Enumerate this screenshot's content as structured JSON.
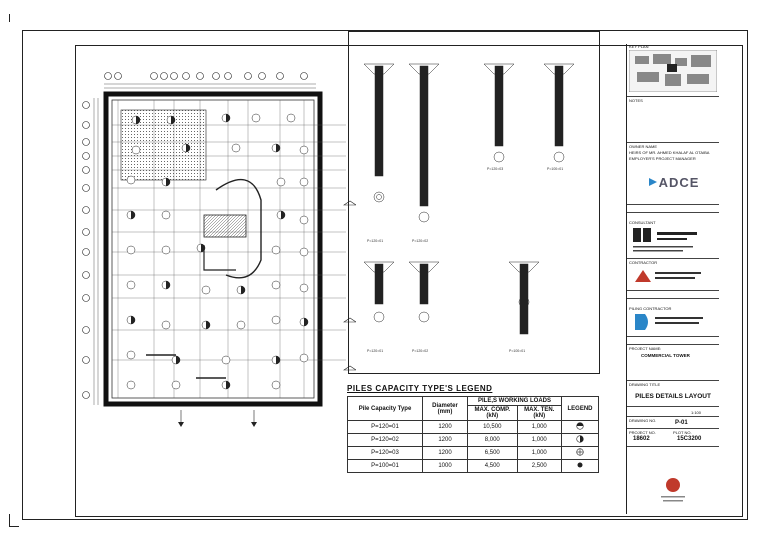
{
  "legend": {
    "title": "PILES CAPACITY TYPE'S LEGEND",
    "headers": {
      "type": "Pile Capacity Type",
      "diameter": "Diameter (mm)",
      "loads": "PILE,S WORKING LOADS",
      "comp": "MAX. COMP. (kN)",
      "ten": "MAX. TEN. (kN)",
      "legend": "LEGEND"
    },
    "rows": [
      {
        "type": "P=120=01",
        "dia": "1200",
        "comp": "10,500",
        "ten": "1,000"
      },
      {
        "type": "P=120=02",
        "dia": "1200",
        "comp": "8,000",
        "ten": "1,000"
      },
      {
        "type": "P=120=03",
        "dia": "1200",
        "comp": "6,500",
        "ten": "1,000"
      },
      {
        "type": "P=100=01",
        "dia": "1000",
        "comp": "4,500",
        "ten": "2,500"
      }
    ]
  },
  "title_block": {
    "key_plan": "KEY PLAN",
    "notes": "NOTES",
    "owner_label": "OWNER NAME",
    "owner_value": "HEIRS OF MR. AHMED KHALAF AL OTAIBA",
    "employer_label": "EMPLOYER'S PROJECT MANAGER",
    "adce_logo": "ADCE",
    "consultant_label": "CONSULTANT",
    "contractor_label": "CONTRACTOR",
    "piling_label": "PILING CONTRACTOR",
    "project_label": "PROJECT NAME:",
    "project_value": "COMMERCIAL TOWER",
    "drawing_title_label": "DRAWING TITLE",
    "drawing_title": "PILES DETAILS LAYOUT",
    "drawing_no_label": "DRAWING NO.",
    "drawing_no": "P-01",
    "project_no_label": "PROJECT NO.",
    "project_no": "18602",
    "plot_no_label": "PLOT NO.",
    "plot_no": "15C3200",
    "scale": "1:100"
  }
}
